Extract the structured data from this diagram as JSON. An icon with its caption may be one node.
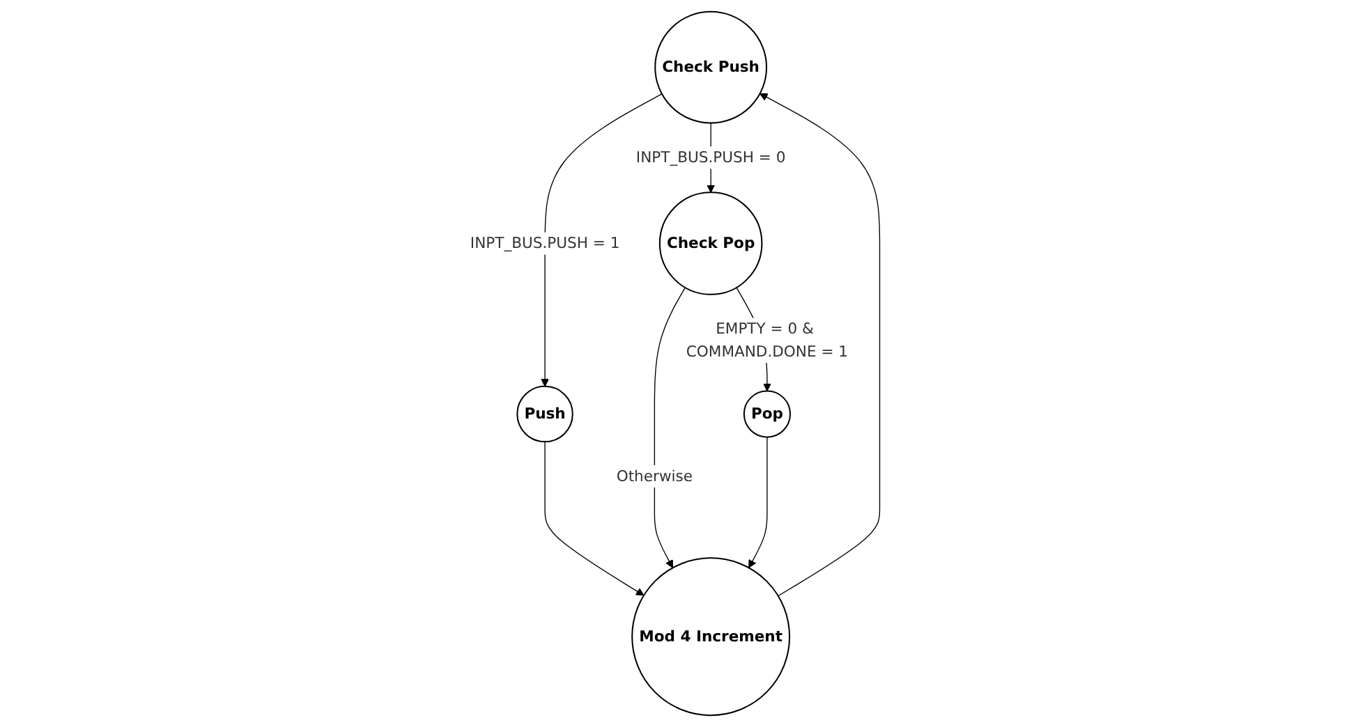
{
  "diagram": {
    "nodes": [
      {
        "text": [
          "Check Push"
        ]
      },
      {
        "text": [
          "Push"
        ]
      },
      {
        "text": [
          "Check Pop"
        ]
      },
      {
        "text": [
          "Mod 4 Increment"
        ]
      },
      {
        "text": [
          "Pop"
        ]
      }
    ],
    "edges": [
      {
        "from": 0,
        "to": 1,
        "arrow": "to",
        "label": "INPT_BUS.PUSH = 1"
      },
      {
        "from": 0,
        "to": 2,
        "arrow": "to",
        "label": "INPT_BUS.PUSH = 0"
      },
      {
        "from": 2,
        "to": 3,
        "arrow": "to",
        "label": "Otherwise"
      },
      {
        "from": 2,
        "to": 4,
        "arrow": "to",
        "label": "EMPTY = 0 & COMMAND.DONE = 1"
      },
      {
        "from": 1,
        "to": 3,
        "arrow": "to"
      },
      {
        "from": 4,
        "to": 3,
        "arrow": "to"
      },
      {
        "from": 3,
        "to": 0,
        "arrow": "to"
      }
    ]
  }
}
